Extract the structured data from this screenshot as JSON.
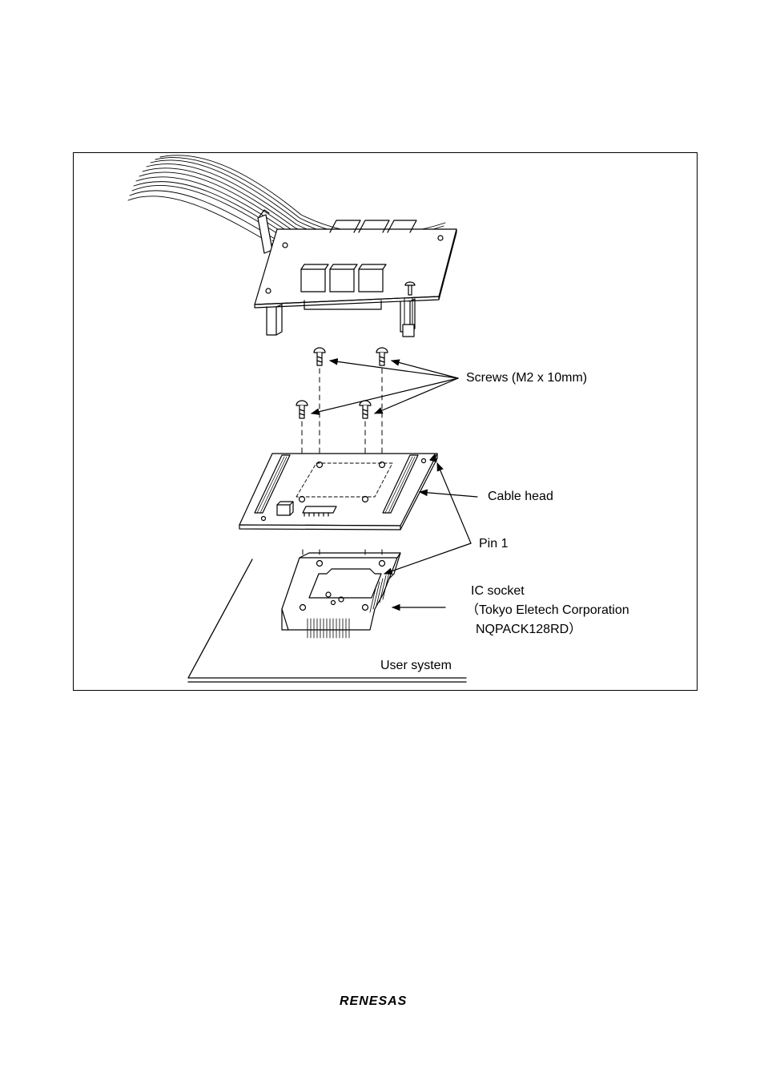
{
  "figure": {
    "labels": {
      "screws": "Screws (M2 x 10mm)",
      "cable_head": "Cable head",
      "pin1": "Pin 1",
      "ic_socket": "IC socket",
      "ic_socket_maker": "（Tokyo Eletech Corporation",
      "ic_socket_part": "NQPACK128RD）",
      "user_system": "User system"
    }
  },
  "footer": {
    "logo": "RENESAS"
  }
}
